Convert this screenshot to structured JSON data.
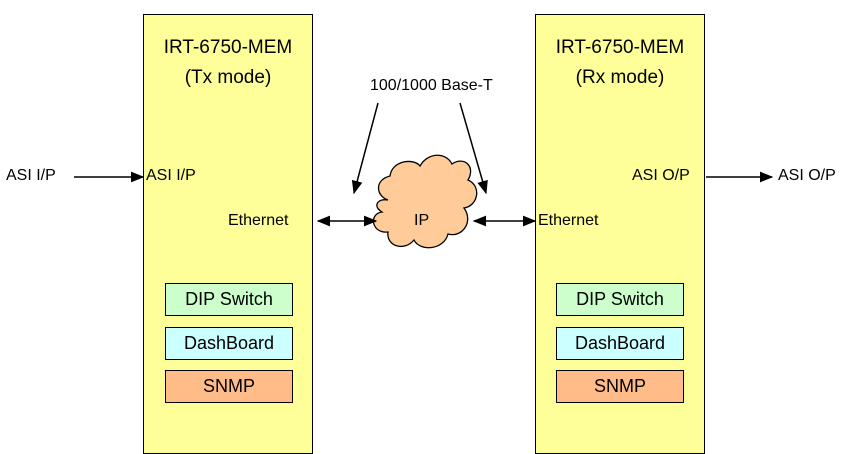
{
  "left_device": {
    "title_line1": "IRT-6750-MEM",
    "title_line2": "(Tx mode)",
    "input_label": "ASI I/P",
    "ethernet_label": "Ethernet",
    "boxes": {
      "dip": "DIP Switch",
      "dash": "DashBoard",
      "snmp": "SNMP"
    }
  },
  "right_device": {
    "title_line1": "IRT-6750-MEM",
    "title_line2": "(Rx mode)",
    "output_label": "ASI O/P",
    "ethernet_label": "Ethernet",
    "boxes": {
      "dip": "DIP Switch",
      "dash": "DashBoard",
      "snmp": "SNMP"
    }
  },
  "external": {
    "asi_input": "ASI I/P",
    "asi_output": "ASI O/P",
    "network_label": "100/1000 Base-T",
    "cloud_label": "IP"
  },
  "colors": {
    "device_fill": "#ffff99",
    "dip_fill": "#ccffcc",
    "dash_fill": "#ccffff",
    "snmp_fill": "#ffbb88",
    "cloud_fill": "#ffcc99"
  }
}
